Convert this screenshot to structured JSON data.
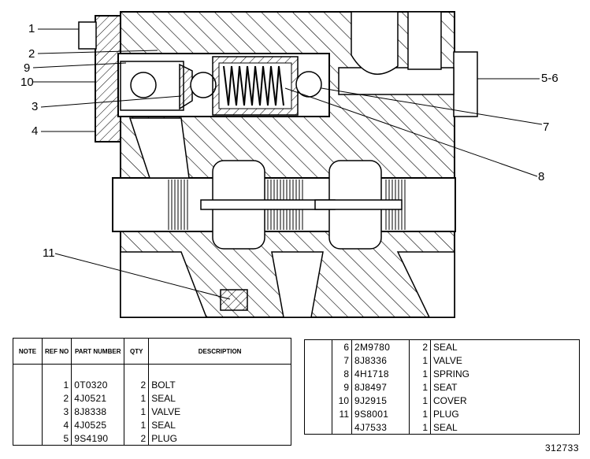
{
  "callouts": [
    "1",
    "2",
    "9",
    "10",
    "3",
    "4",
    "5-6",
    "7",
    "8",
    "11"
  ],
  "table_headers": {
    "note": "NOTE",
    "ref_no": "REF NO",
    "part_number": "PART NUMBER",
    "qty": "QTY",
    "description": "DESCRIPTION"
  },
  "parts_left": [
    {
      "ref": "1",
      "part": "0T0320",
      "qty": "2",
      "desc": "BOLT"
    },
    {
      "ref": "2",
      "part": "4J0521",
      "qty": "1",
      "desc": "SEAL"
    },
    {
      "ref": "3",
      "part": "8J8338",
      "qty": "1",
      "desc": "VALVE"
    },
    {
      "ref": "4",
      "part": "4J0525",
      "qty": "1",
      "desc": "SEAL"
    },
    {
      "ref": "5",
      "part": "9S4190",
      "qty": "2",
      "desc": "PLUG"
    }
  ],
  "parts_right": [
    {
      "ref": "6",
      "part": "2M9780",
      "qty": "2",
      "desc": "SEAL"
    },
    {
      "ref": "7",
      "part": "8J8336",
      "qty": "1",
      "desc": "VALVE"
    },
    {
      "ref": "8",
      "part": "4H1718",
      "qty": "1",
      "desc": "SPRING"
    },
    {
      "ref": "9",
      "part": "8J8497",
      "qty": "1",
      "desc": "SEAT"
    },
    {
      "ref": "10",
      "part": "9J2915",
      "qty": "1",
      "desc": "COVER"
    },
    {
      "ref": "11",
      "part": "9S8001",
      "qty": "1",
      "desc": "PLUG"
    },
    {
      "ref": "",
      "part": "4J7533",
      "qty": "1",
      "desc": "SEAL"
    }
  ],
  "drawing_number": "312733"
}
